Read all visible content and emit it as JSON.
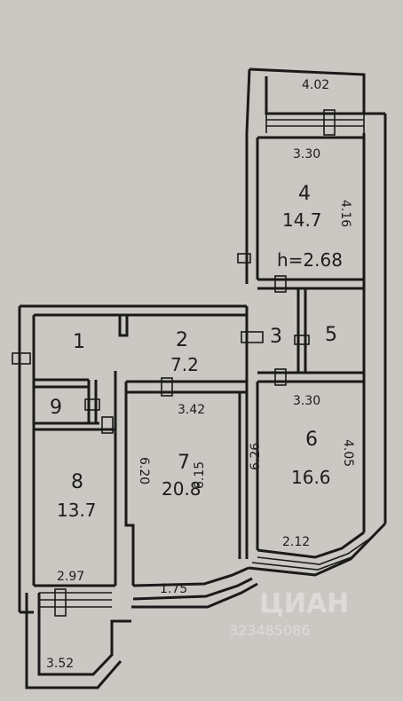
{
  "plan": {
    "balcony_top": "4.02",
    "balcony_bottom": "3.52",
    "rooms": [
      {
        "no": "1"
      },
      {
        "no": "2",
        "area": "7.2"
      },
      {
        "no": "3"
      },
      {
        "no": "4",
        "area": "14.7"
      },
      {
        "no": "5"
      },
      {
        "no": "6",
        "area": "16.6"
      },
      {
        "no": "7",
        "area": "20.8"
      },
      {
        "no": "8",
        "area": "13.7"
      },
      {
        "no": "9"
      }
    ],
    "ceiling_height": "h=2.68",
    "dims": {
      "room4_top": "3.30",
      "room4_side": "4.16",
      "room6_top": "3.30",
      "room6_left": "6.26",
      "room6_right": "4.05",
      "room6_bottom": "2.12",
      "room7_top": "3.42",
      "room7_left": "6.20",
      "room7_right": "6.15",
      "room8_bottom": "2.97",
      "room7_bottom": "1.75"
    },
    "watermark": "ЦИАН",
    "watermark_id": "323485086"
  }
}
